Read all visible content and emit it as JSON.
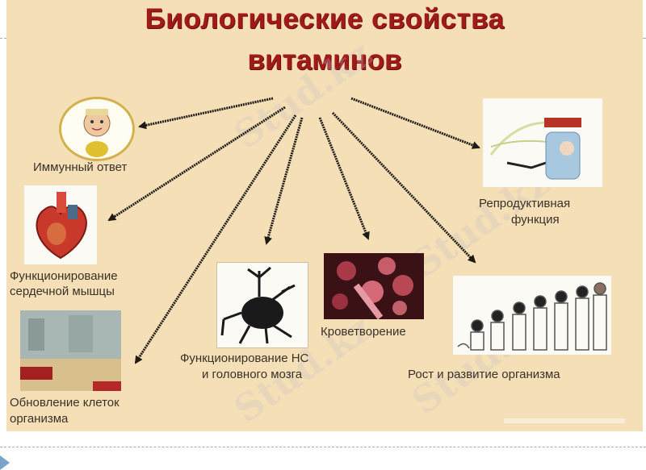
{
  "title": {
    "line1": "Биологические свойства",
    "line2": "витаминов"
  },
  "nodes": [
    {
      "id": "immune",
      "label": "Иммунный ответ",
      "icon": "baby-icon"
    },
    {
      "id": "heart",
      "label_line1": "Функционирование",
      "label_line2": "сердечной мышцы",
      "icon": "heart-icon"
    },
    {
      "id": "cells",
      "label_line1": "Обновление клеток",
      "label_line2": "организма",
      "icon": "tissue-cells-icon"
    },
    {
      "id": "nervous",
      "label_line1": "Функционирование НС",
      "label_line2": "и головного мозга",
      "icon": "neuron-icon"
    },
    {
      "id": "blood",
      "label": "Кроветворение",
      "icon": "blood-cells-icon"
    },
    {
      "id": "growth",
      "label": "Рост и развитие организма",
      "icon": "growth-stages-icon"
    },
    {
      "id": "reproductive",
      "label_line1": "Репродуктивная",
      "label_line2": "функция",
      "icon": "stork-baby-icon"
    }
  ],
  "watermark": "Stud.kz",
  "colors": {
    "background": "#f4dfb6",
    "title": "#a01a1a",
    "arrow": "#1e1a16",
    "label": "#3a3229",
    "bullet": "#7aa3cc",
    "dashed_line": "#9ab3cf"
  }
}
